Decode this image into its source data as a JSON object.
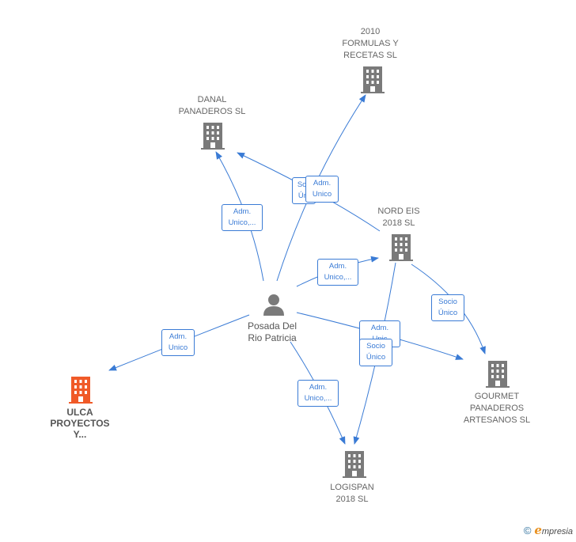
{
  "nodes": {
    "formulas": {
      "lines": [
        "2010",
        "FORMULAS Y",
        "RECETAS SL"
      ]
    },
    "danal": {
      "lines": [
        "DANAL",
        "PANADEROS SL"
      ]
    },
    "nordeis": {
      "lines": [
        "NORD EIS",
        "2018  SL"
      ]
    },
    "gourmet": {
      "lines": [
        "GOURMET",
        "PANADEROS",
        "ARTESANOS  SL"
      ]
    },
    "logispan": {
      "lines": [
        "LOGISPAN",
        "2018  SL"
      ]
    },
    "ulca": {
      "lines": [
        "ULCA",
        "PROYECTOS",
        "Y..."
      ]
    },
    "person": {
      "lines": [
        "Posada Del",
        "Rio Patricia"
      ]
    }
  },
  "edges": {
    "to_danal": {
      "lines": [
        "Adm.",
        "Unico,..."
      ]
    },
    "danal_socio": {
      "lines": [
        "Soc",
        "Úni"
      ]
    },
    "to_formulas": {
      "lines": [
        "Adm.",
        "Unico"
      ]
    },
    "to_nordeis": {
      "lines": [
        "Adm.",
        "Unico,..."
      ]
    },
    "nord_gourmet": {
      "lines": [
        "Socio",
        "Único"
      ]
    },
    "to_gourmet": {
      "lines": [
        "Adm.",
        "Unic"
      ]
    },
    "nord_logispan": {
      "lines": [
        "Socio",
        "Único"
      ]
    },
    "to_logispan": {
      "lines": [
        "Adm.",
        "Unico,..."
      ]
    },
    "to_ulca": {
      "lines": [
        "Adm.",
        "Unico"
      ]
    }
  },
  "colors": {
    "edge": "#3a7bd5",
    "building": "#7a7a7a",
    "building_highlight": "#f05a28",
    "person": "#7a7a7a"
  },
  "footer": {
    "copyright": "©",
    "brand_initial": "e",
    "brand_rest": "mpresia"
  }
}
